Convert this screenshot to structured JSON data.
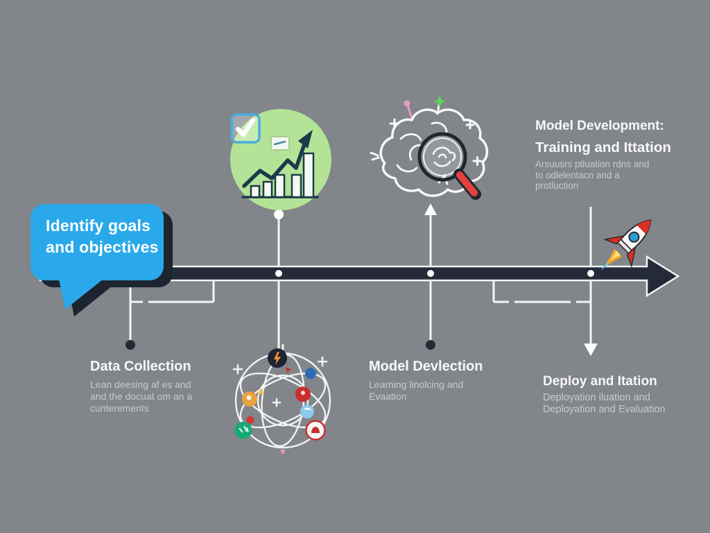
{
  "diagram": {
    "type": "timeline-infographic",
    "topic": "Machine learning workflow timeline"
  },
  "colors": {
    "background": "#828589",
    "timeline_dark": "#252A38",
    "bubble_blue": "#29A9E9",
    "circle_green": "#B3E396",
    "magnifier_red": "#E3423B",
    "rocket_red": "#D93025",
    "text_white": "#F7F8F9",
    "text_muted": "#C7CACF"
  },
  "bubble": {
    "line1": "Identify goals",
    "line2": "and objectives"
  },
  "stages": {
    "model_development": {
      "title1": "Model Development:",
      "title2": "Training and Ittation",
      "desc": [
        "Arsuusrs ptluation rdns and",
        "to odlelentacn and a",
        "protluction"
      ]
    },
    "data_collection": {
      "title": "Data Collection",
      "desc": [
        "Lean deesing af es and",
        "and the docuat om an a",
        "cunterements"
      ]
    },
    "model_selection": {
      "title": "Model Devlection",
      "desc": [
        "Learning linolcing and",
        "Evaation"
      ]
    },
    "deploy": {
      "title": "Deploy and Itation",
      "desc": [
        "Deployation iluation and",
        "Deployation and Evaluation"
      ]
    }
  },
  "icons": {
    "checkbox": "checkmark-checkbox-icon",
    "growth_chart": "growth-bar-chart-icon",
    "brain_magnifier": "brain-magnifier-icon",
    "network_globe": "network-globe-icon",
    "rocket": "rocket-icon",
    "timeline_arrow": "timeline-arrow",
    "speech_bubble": "speech-bubble"
  }
}
